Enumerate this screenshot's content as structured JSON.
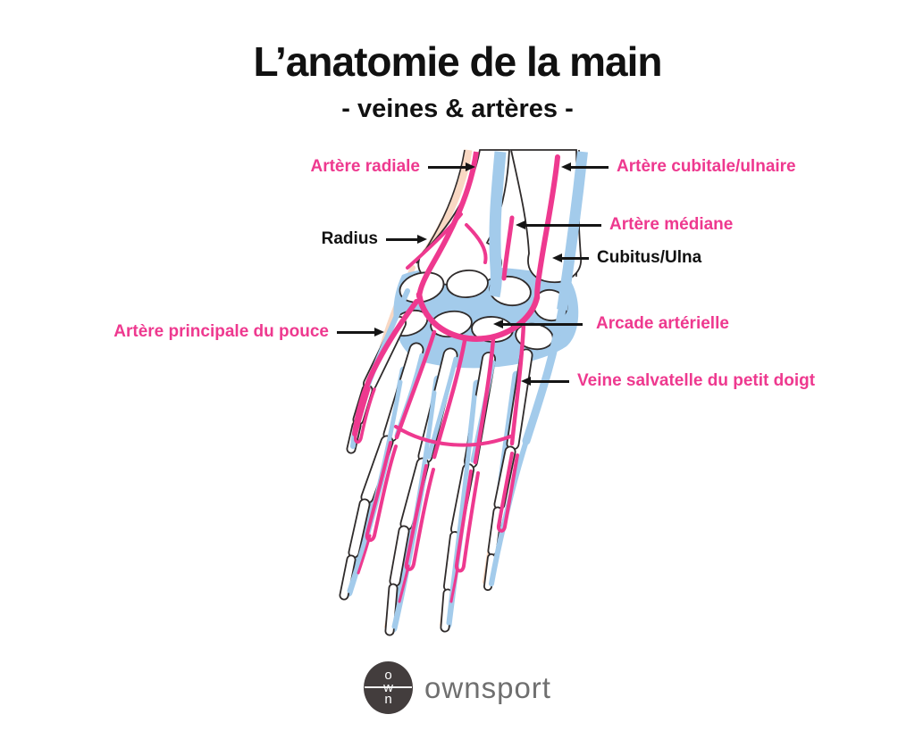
{
  "header": {
    "title": "L’anatomie de la main",
    "subtitle": "- veines & artères -"
  },
  "labels": [
    {
      "id": "artere-radiale",
      "text": "Artère radiale",
      "color": "pink",
      "arrow_direction": "right"
    },
    {
      "id": "artere-cubitale-ulnaire",
      "text": "Artère cubitale/ulnaire",
      "color": "pink",
      "arrow_direction": "left"
    },
    {
      "id": "artere-mediane",
      "text": "Artère médiane",
      "color": "pink",
      "arrow_direction": "left"
    },
    {
      "id": "cubitus-ulna",
      "text": "Cubitus/Ulna",
      "color": "black",
      "arrow_direction": "left"
    },
    {
      "id": "radius",
      "text": "Radius",
      "color": "black",
      "arrow_direction": "right"
    },
    {
      "id": "artere-principale-du-pouce",
      "text": "Artère principale du pouce",
      "color": "pink",
      "arrow_direction": "right"
    },
    {
      "id": "arcade-arterielle",
      "text": "Arcade artérielle",
      "color": "pink",
      "arrow_direction": "left"
    },
    {
      "id": "veine-salvatelle-du-petit-doigt",
      "text": "Veine salvatelle du petit doigt",
      "color": "pink",
      "arrow_direction": "left"
    }
  ],
  "logo": {
    "text": "ownsport",
    "letters": [
      "o",
      "w",
      "n"
    ]
  },
  "colors": {
    "artery": "#EE398F",
    "vein": "#A3CBEB",
    "skin": "#F9D8C3",
    "outline": "#2F2B2B",
    "label_pink": "#EE398F",
    "text_black": "#111111",
    "logo_circle": "#433D3D",
    "logo_text": "#6F6F6F"
  }
}
